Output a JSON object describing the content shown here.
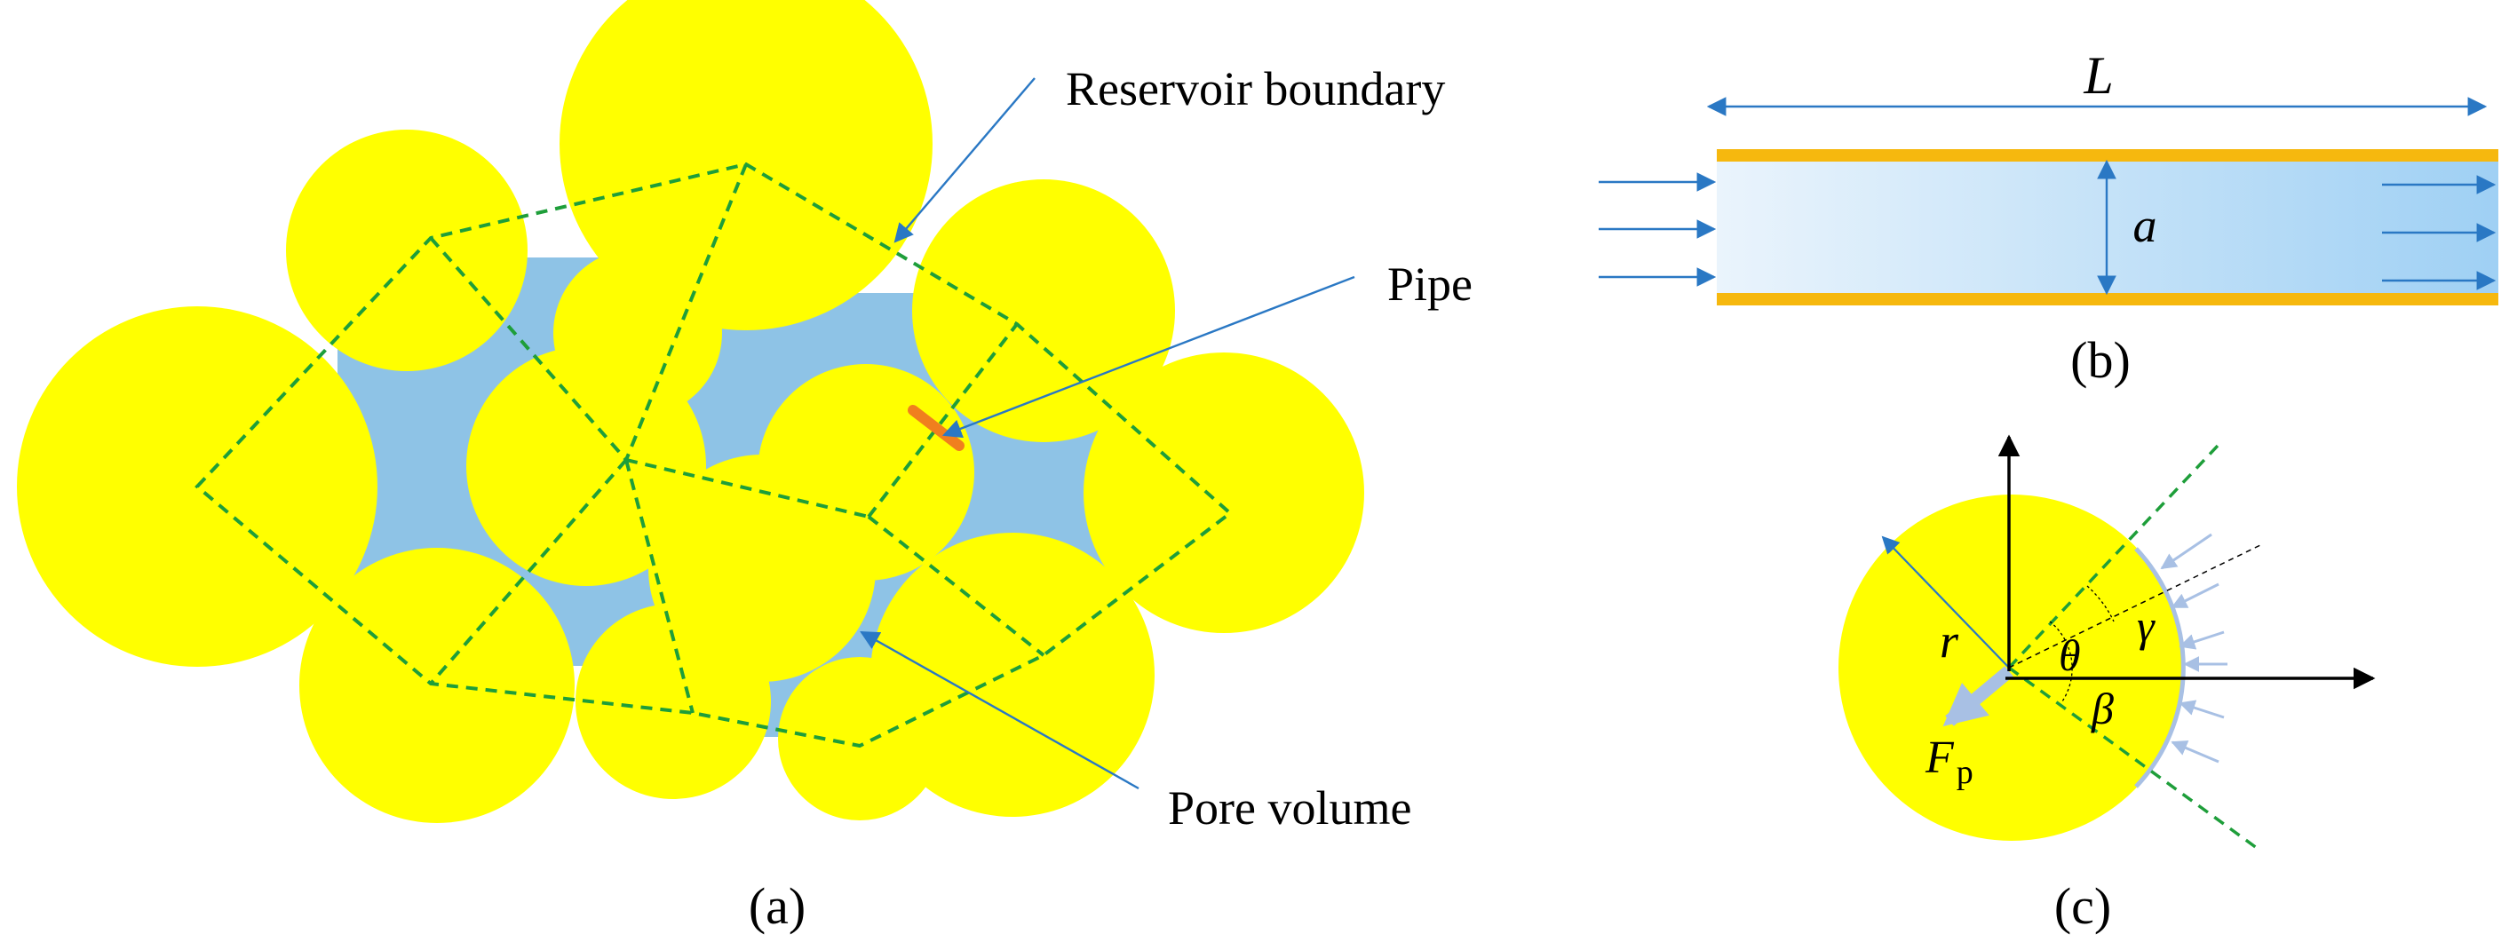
{
  "panel_a": {
    "caption": "(a)",
    "labels": {
      "reservoir_boundary": "Reservoir boundary",
      "pipe": "Pipe",
      "pore_volume": "Pore volume"
    }
  },
  "panel_b": {
    "caption": "(b)",
    "length_symbol": "L",
    "width_symbol": "a"
  },
  "panel_c": {
    "caption": "(c)",
    "radius_symbol": "r",
    "theta_symbol": "θ",
    "gamma_symbol": "γ",
    "beta_symbol": "β",
    "force_symbol": "F",
    "force_subscript": "p"
  },
  "colors": {
    "particle": "#FFFF00",
    "pore": "#8EC3E6",
    "boundary": "#1E9E3A",
    "pointer": "#2A78C4",
    "pipe_wall": "#F6B80E",
    "pipe_highlight": "#F07F1E",
    "axes": "#000000",
    "pressure_arrows": "#A8C0E4"
  }
}
